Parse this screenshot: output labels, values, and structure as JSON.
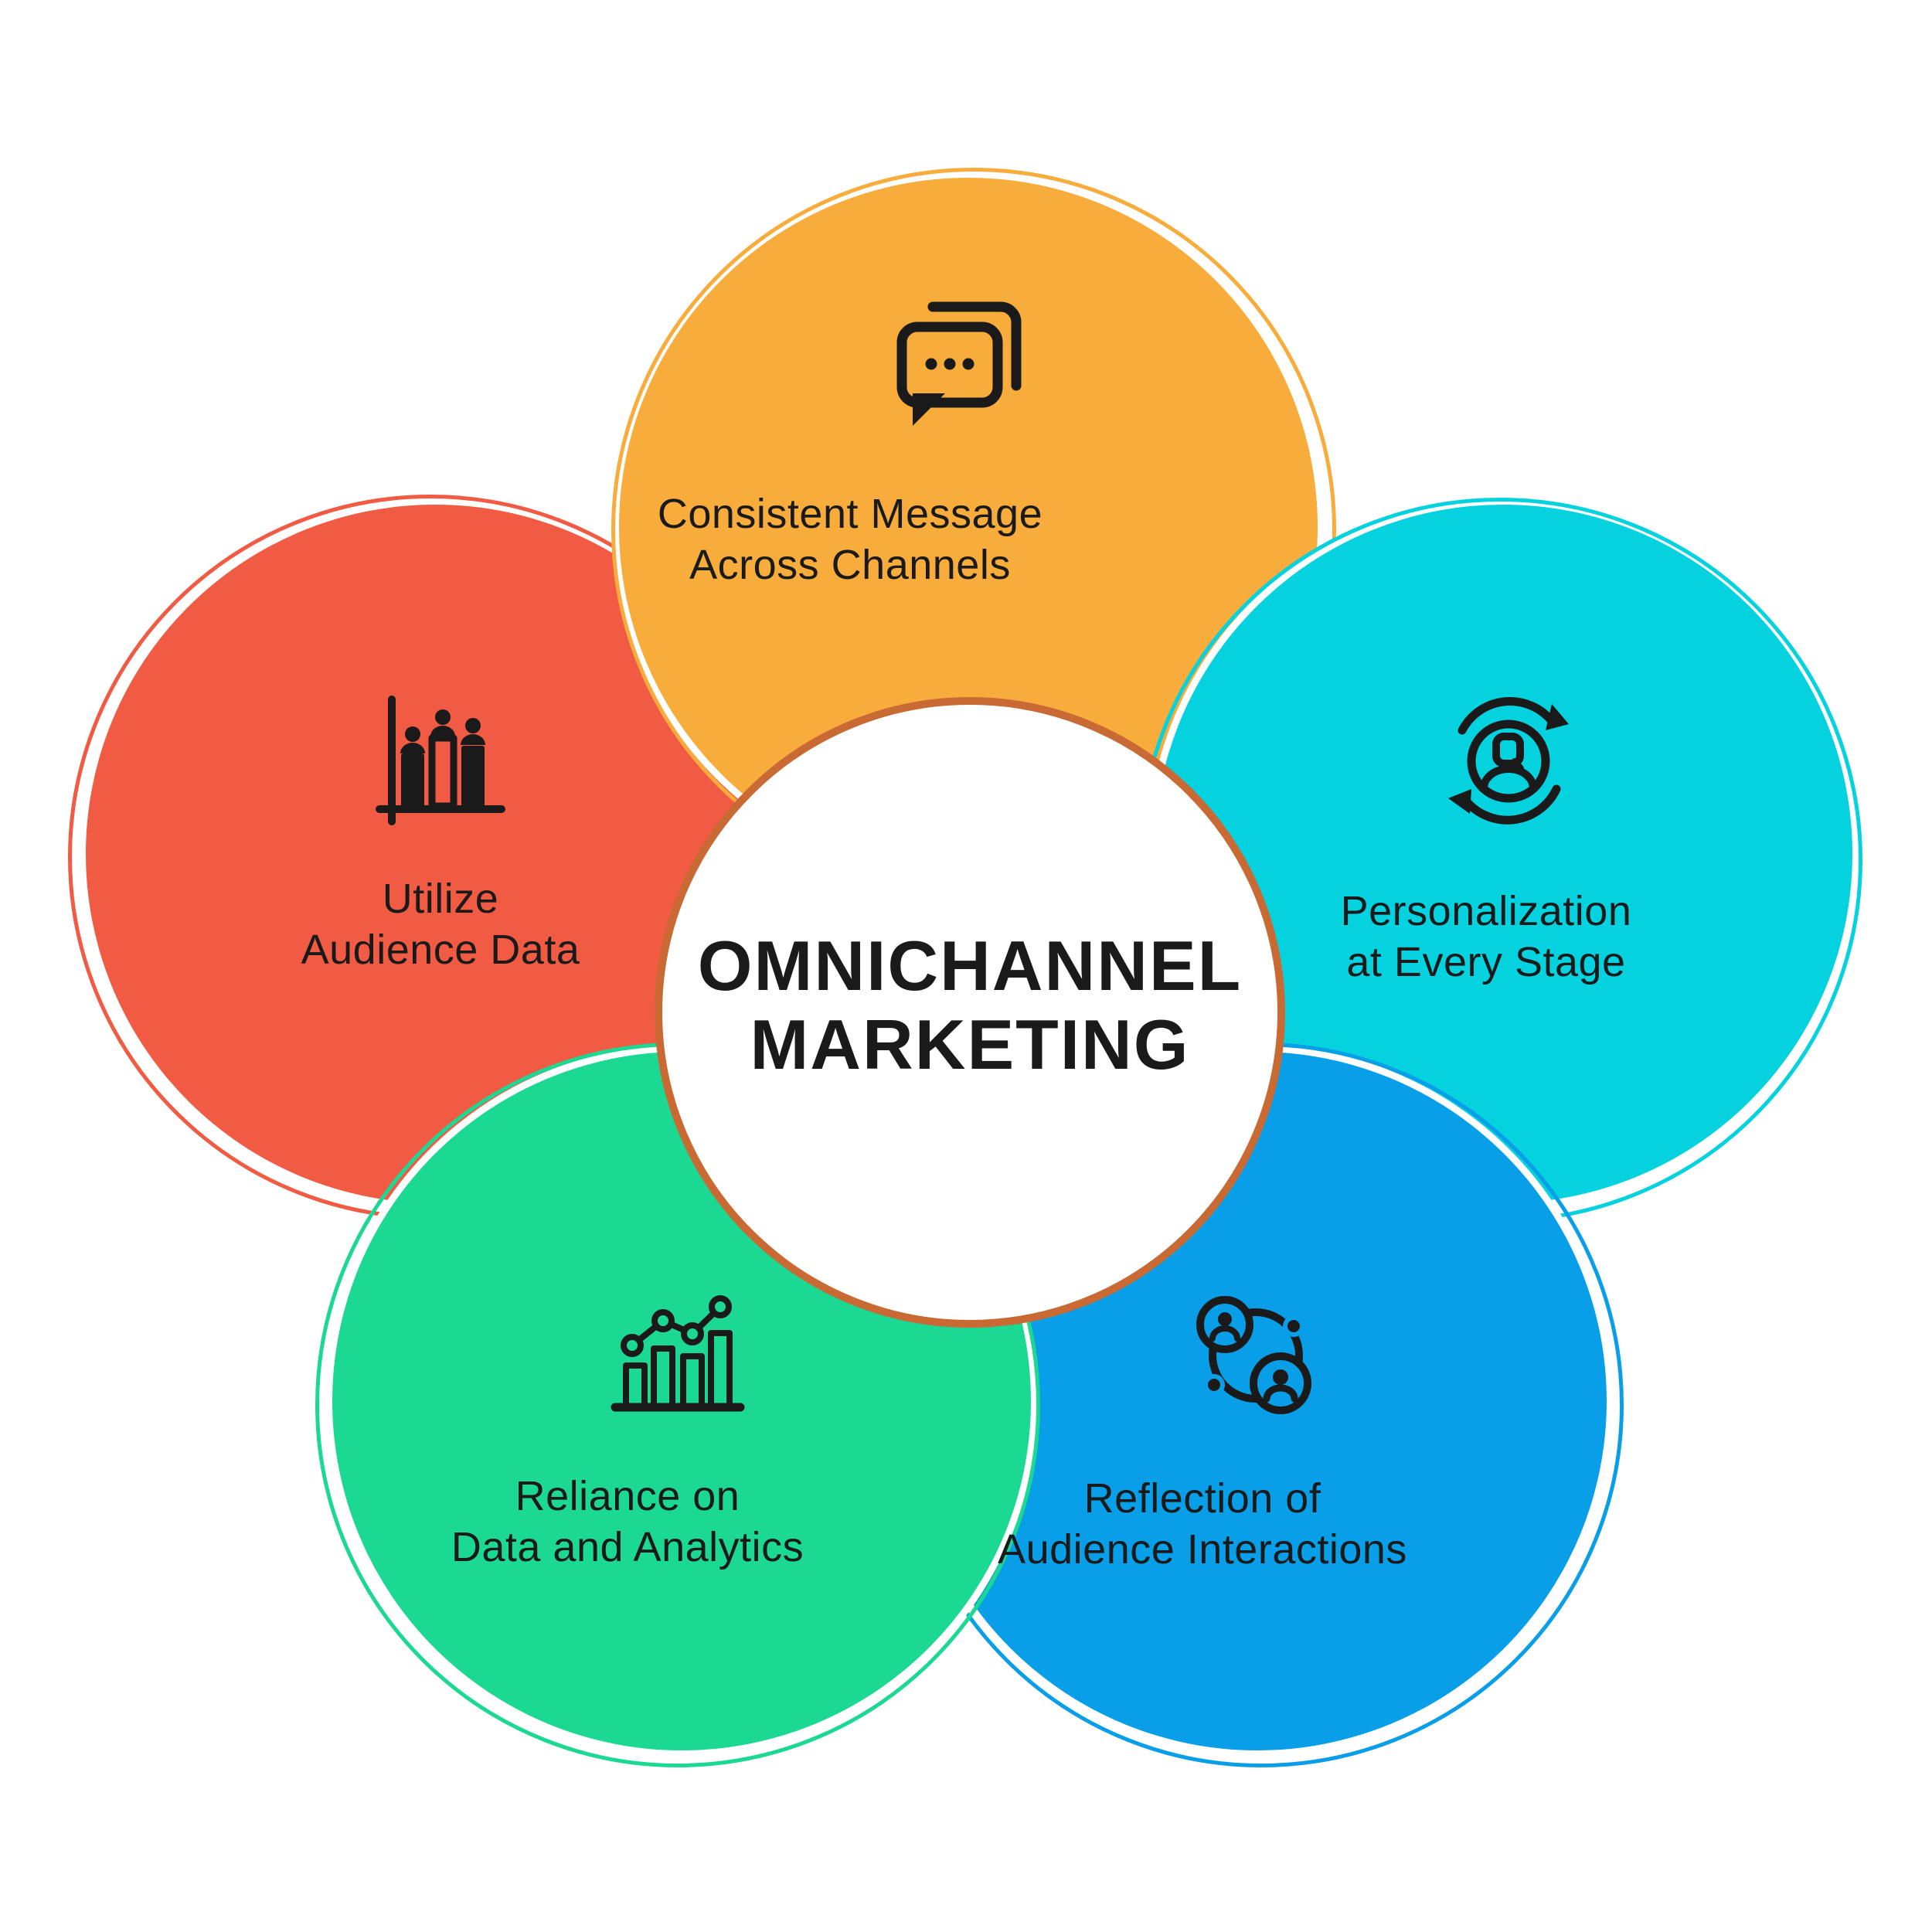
{
  "title": {
    "line1": "OMNICHANNEL",
    "line2": "MARKETING"
  },
  "colors": {
    "background": "#FFFFFF",
    "text": "#1A1A1A",
    "orange": "#F7AC3B",
    "red": "#F25B43",
    "cyan": "#04D3DF",
    "green": "#1BD893",
    "blue": "#089EE8",
    "center-ring": "#C96A35"
  },
  "segments": [
    {
      "id": "consistent-message-across-channels",
      "position": "top",
      "color_key": "orange",
      "icon": "chat-messages-icon",
      "line1": "Consistent Message",
      "line2": "Across Channels"
    },
    {
      "id": "personalization-at-every-stage",
      "position": "right",
      "color_key": "cyan",
      "icon": "user-sync-icon",
      "line1": "Personalization",
      "line2": "at Every Stage"
    },
    {
      "id": "reflection-of-audience-interactions",
      "position": "bottom-right",
      "color_key": "blue",
      "icon": "user-network-icon",
      "line1": "Reflection of",
      "line2": "Audience Interactions"
    },
    {
      "id": "reliance-on-data-and-analytics",
      "position": "bottom-left",
      "color_key": "green",
      "icon": "analytics-bar-chart-icon",
      "line1": "Reliance on",
      "line2": "Data and Analytics"
    },
    {
      "id": "utilize-audience-data",
      "position": "left",
      "color_key": "red",
      "icon": "audience-bar-chart-icon",
      "line1": "Utilize",
      "line2": "Audience Data"
    }
  ]
}
